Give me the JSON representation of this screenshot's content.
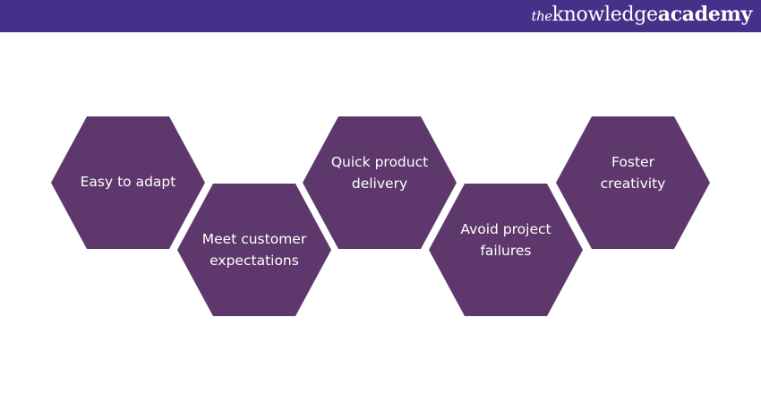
{
  "header": {
    "logo": {
      "prefix": "the",
      "word1": "knowledge",
      "word2": "academy"
    }
  },
  "colors": {
    "header": "#44318a",
    "hexagon": "#5e386c",
    "text": "#ffffff"
  },
  "diagram": {
    "items": [
      {
        "label": "Easy to adapt"
      },
      {
        "label": "Meet customer expectations"
      },
      {
        "label": "Quick product delivery"
      },
      {
        "label": "Avoid project failures"
      },
      {
        "label": "Foster creativity"
      }
    ]
  }
}
